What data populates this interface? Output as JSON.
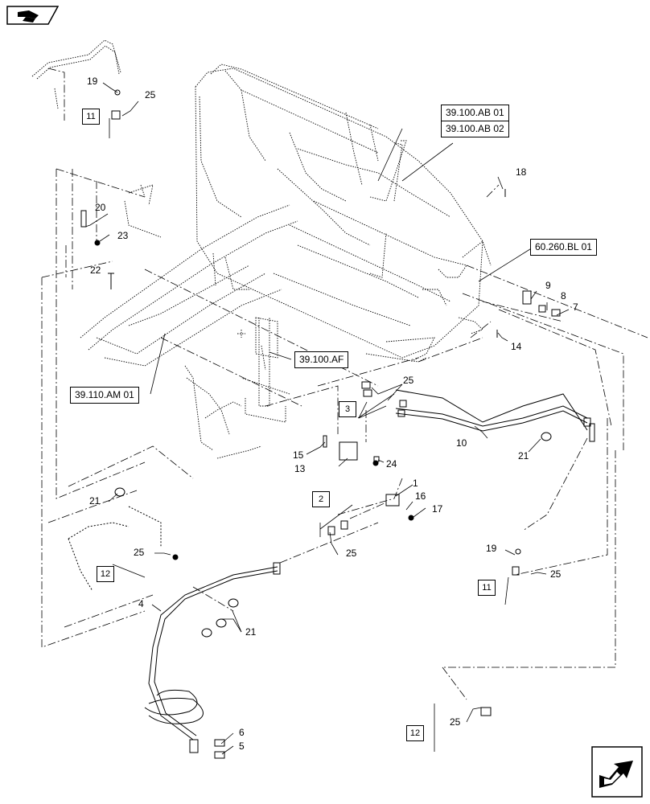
{
  "references": {
    "r1": "39.100.AB 01",
    "r2": "39.100.AB 02",
    "r3": "60.260.BL 01",
    "r4": "39.100.AF",
    "r5": "39.110.AM 01"
  },
  "index_boxes": {
    "b11a": "11",
    "b3": "3",
    "b2": "2",
    "b12a": "12",
    "b11b": "11",
    "b12b": "12"
  },
  "callouts": [
    {
      "id": "c19a",
      "text": "19"
    },
    {
      "id": "c25a",
      "text": "25"
    },
    {
      "id": "c20",
      "text": "20"
    },
    {
      "id": "c23",
      "text": "23"
    },
    {
      "id": "c22",
      "text": "22"
    },
    {
      "id": "c18",
      "text": "18"
    },
    {
      "id": "c9",
      "text": "9"
    },
    {
      "id": "c8",
      "text": "8"
    },
    {
      "id": "c7",
      "text": "7"
    },
    {
      "id": "c14",
      "text": "14"
    },
    {
      "id": "c25b",
      "text": "25"
    },
    {
      "id": "c10",
      "text": "10"
    },
    {
      "id": "c21a",
      "text": "21"
    },
    {
      "id": "c15",
      "text": "15"
    },
    {
      "id": "c13",
      "text": "13"
    },
    {
      "id": "c24",
      "text": "24"
    },
    {
      "id": "c1",
      "text": "1"
    },
    {
      "id": "c16",
      "text": "16"
    },
    {
      "id": "c17",
      "text": "17"
    },
    {
      "id": "c21b",
      "text": "21"
    },
    {
      "id": "c25c",
      "text": "25"
    },
    {
      "id": "c25d",
      "text": "25"
    },
    {
      "id": "c19b",
      "text": "19"
    },
    {
      "id": "c25e",
      "text": "25"
    },
    {
      "id": "c4",
      "text": "4"
    },
    {
      "id": "c21c",
      "text": "21"
    },
    {
      "id": "c6",
      "text": "6"
    },
    {
      "id": "c5",
      "text": "5"
    },
    {
      "id": "c25f",
      "text": "25"
    }
  ],
  "icons": {
    "nav": "back-navigation-icon",
    "direction": "direction-arrow-icon"
  }
}
